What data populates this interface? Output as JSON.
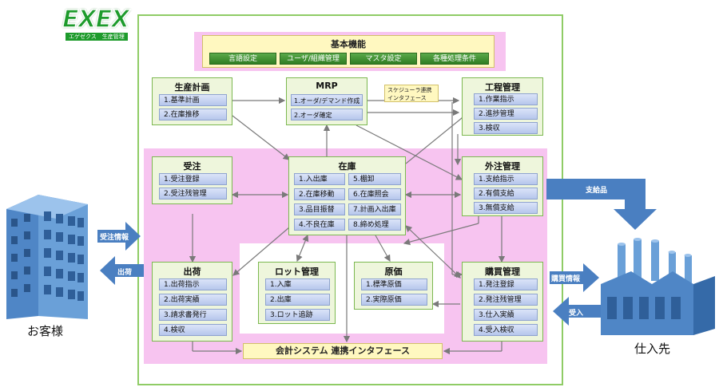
{
  "logo": {
    "main": "EXEX",
    "sub": "エゲゼクス　生産管理"
  },
  "kihon": {
    "title": "基本機能",
    "items": [
      "言語設定",
      "ユーザ/組織管理",
      "マスタ設定",
      "各種処理条件"
    ]
  },
  "seisan": {
    "title": "生産計画",
    "items": [
      "1.基準計画",
      "2.在庫推移"
    ]
  },
  "mrp": {
    "title": "MRP",
    "items": [
      "1.オーダ/デマンド作成",
      "2.オーダ確定"
    ]
  },
  "scheduler": {
    "line1": "スケジューラ連携",
    "line2": "インタフェース"
  },
  "koutei": {
    "title": "工程管理",
    "items": [
      "1.作業指示",
      "2.進捗管理",
      "3.検収"
    ]
  },
  "juchu": {
    "title": "受注",
    "items": [
      "1.受注登録",
      "2.受注残管理"
    ]
  },
  "zaiko": {
    "title": "在庫",
    "left": [
      "1.入出庫",
      "2.在庫移動",
      "3.品目振替",
      "4.不良在庫"
    ],
    "right": [
      "5.棚卸",
      "6.在庫照会",
      "7.計画入出庫",
      "8.締め処理"
    ]
  },
  "gaichu": {
    "title": "外注管理",
    "items": [
      "1.支給指示",
      "2.有償支給",
      "3.無償支給"
    ]
  },
  "shukka": {
    "title": "出荷",
    "items": [
      "1.出荷指示",
      "2.出荷実績",
      "3.請求書発行",
      "4.検収"
    ]
  },
  "lot": {
    "title": "ロット管理",
    "items": [
      "1.入庫",
      "2.出庫",
      "3.ロット追跡"
    ]
  },
  "genka": {
    "title": "原価",
    "items": [
      "1.標準原価",
      "2.実際原価"
    ]
  },
  "kobai": {
    "title": "購買管理",
    "items": [
      "1.発注登録",
      "2.発注残管理",
      "3.仕入実績",
      "4.受入検収"
    ]
  },
  "kaikei": {
    "label": "会計システム 連携インタフェース"
  },
  "flows": {
    "juchu_joho": "受注情報",
    "shukka": "出荷",
    "shikyuhin": "支給品",
    "kobai_joho": "購買情報",
    "ukeire": "受入"
  },
  "customer": {
    "label": "お客様"
  },
  "supplier": {
    "label": "仕入先"
  },
  "colors": {
    "frame": "#8fcc66",
    "pink": "#f7c4f0",
    "blue_arrow": "#4a7fc1",
    "module_bg": "#eef6dc"
  }
}
